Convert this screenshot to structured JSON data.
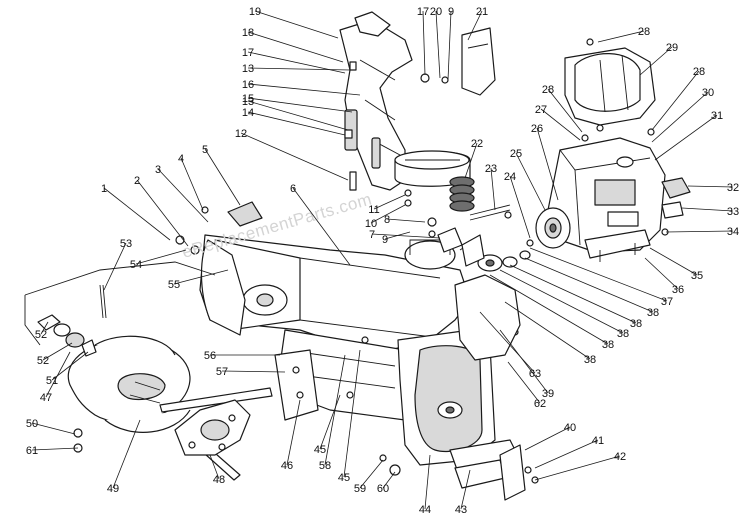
{
  "watermark": "eReplacementParts.com",
  "callouts": [
    "1",
    "2",
    "3",
    "4",
    "5",
    "6",
    "7",
    "8",
    "9",
    "10",
    "11",
    "12",
    "13",
    "13",
    "14",
    "15",
    "16",
    "17",
    "17",
    "18",
    "19",
    "20",
    "9",
    "21",
    "22",
    "23",
    "24",
    "25",
    "26",
    "27",
    "28",
    "28",
    "28",
    "29",
    "30",
    "31",
    "32",
    "33",
    "34",
    "35",
    "36",
    "37",
    "38",
    "38",
    "38",
    "38",
    "38",
    "39",
    "40",
    "41",
    "42",
    "43",
    "44",
    "45",
    "45",
    "46",
    "47",
    "48",
    "49",
    "50",
    "51",
    "52",
    "52",
    "53",
    "54",
    "55",
    "56",
    "57",
    "58",
    "59",
    "60",
    "61",
    "62",
    "63"
  ]
}
